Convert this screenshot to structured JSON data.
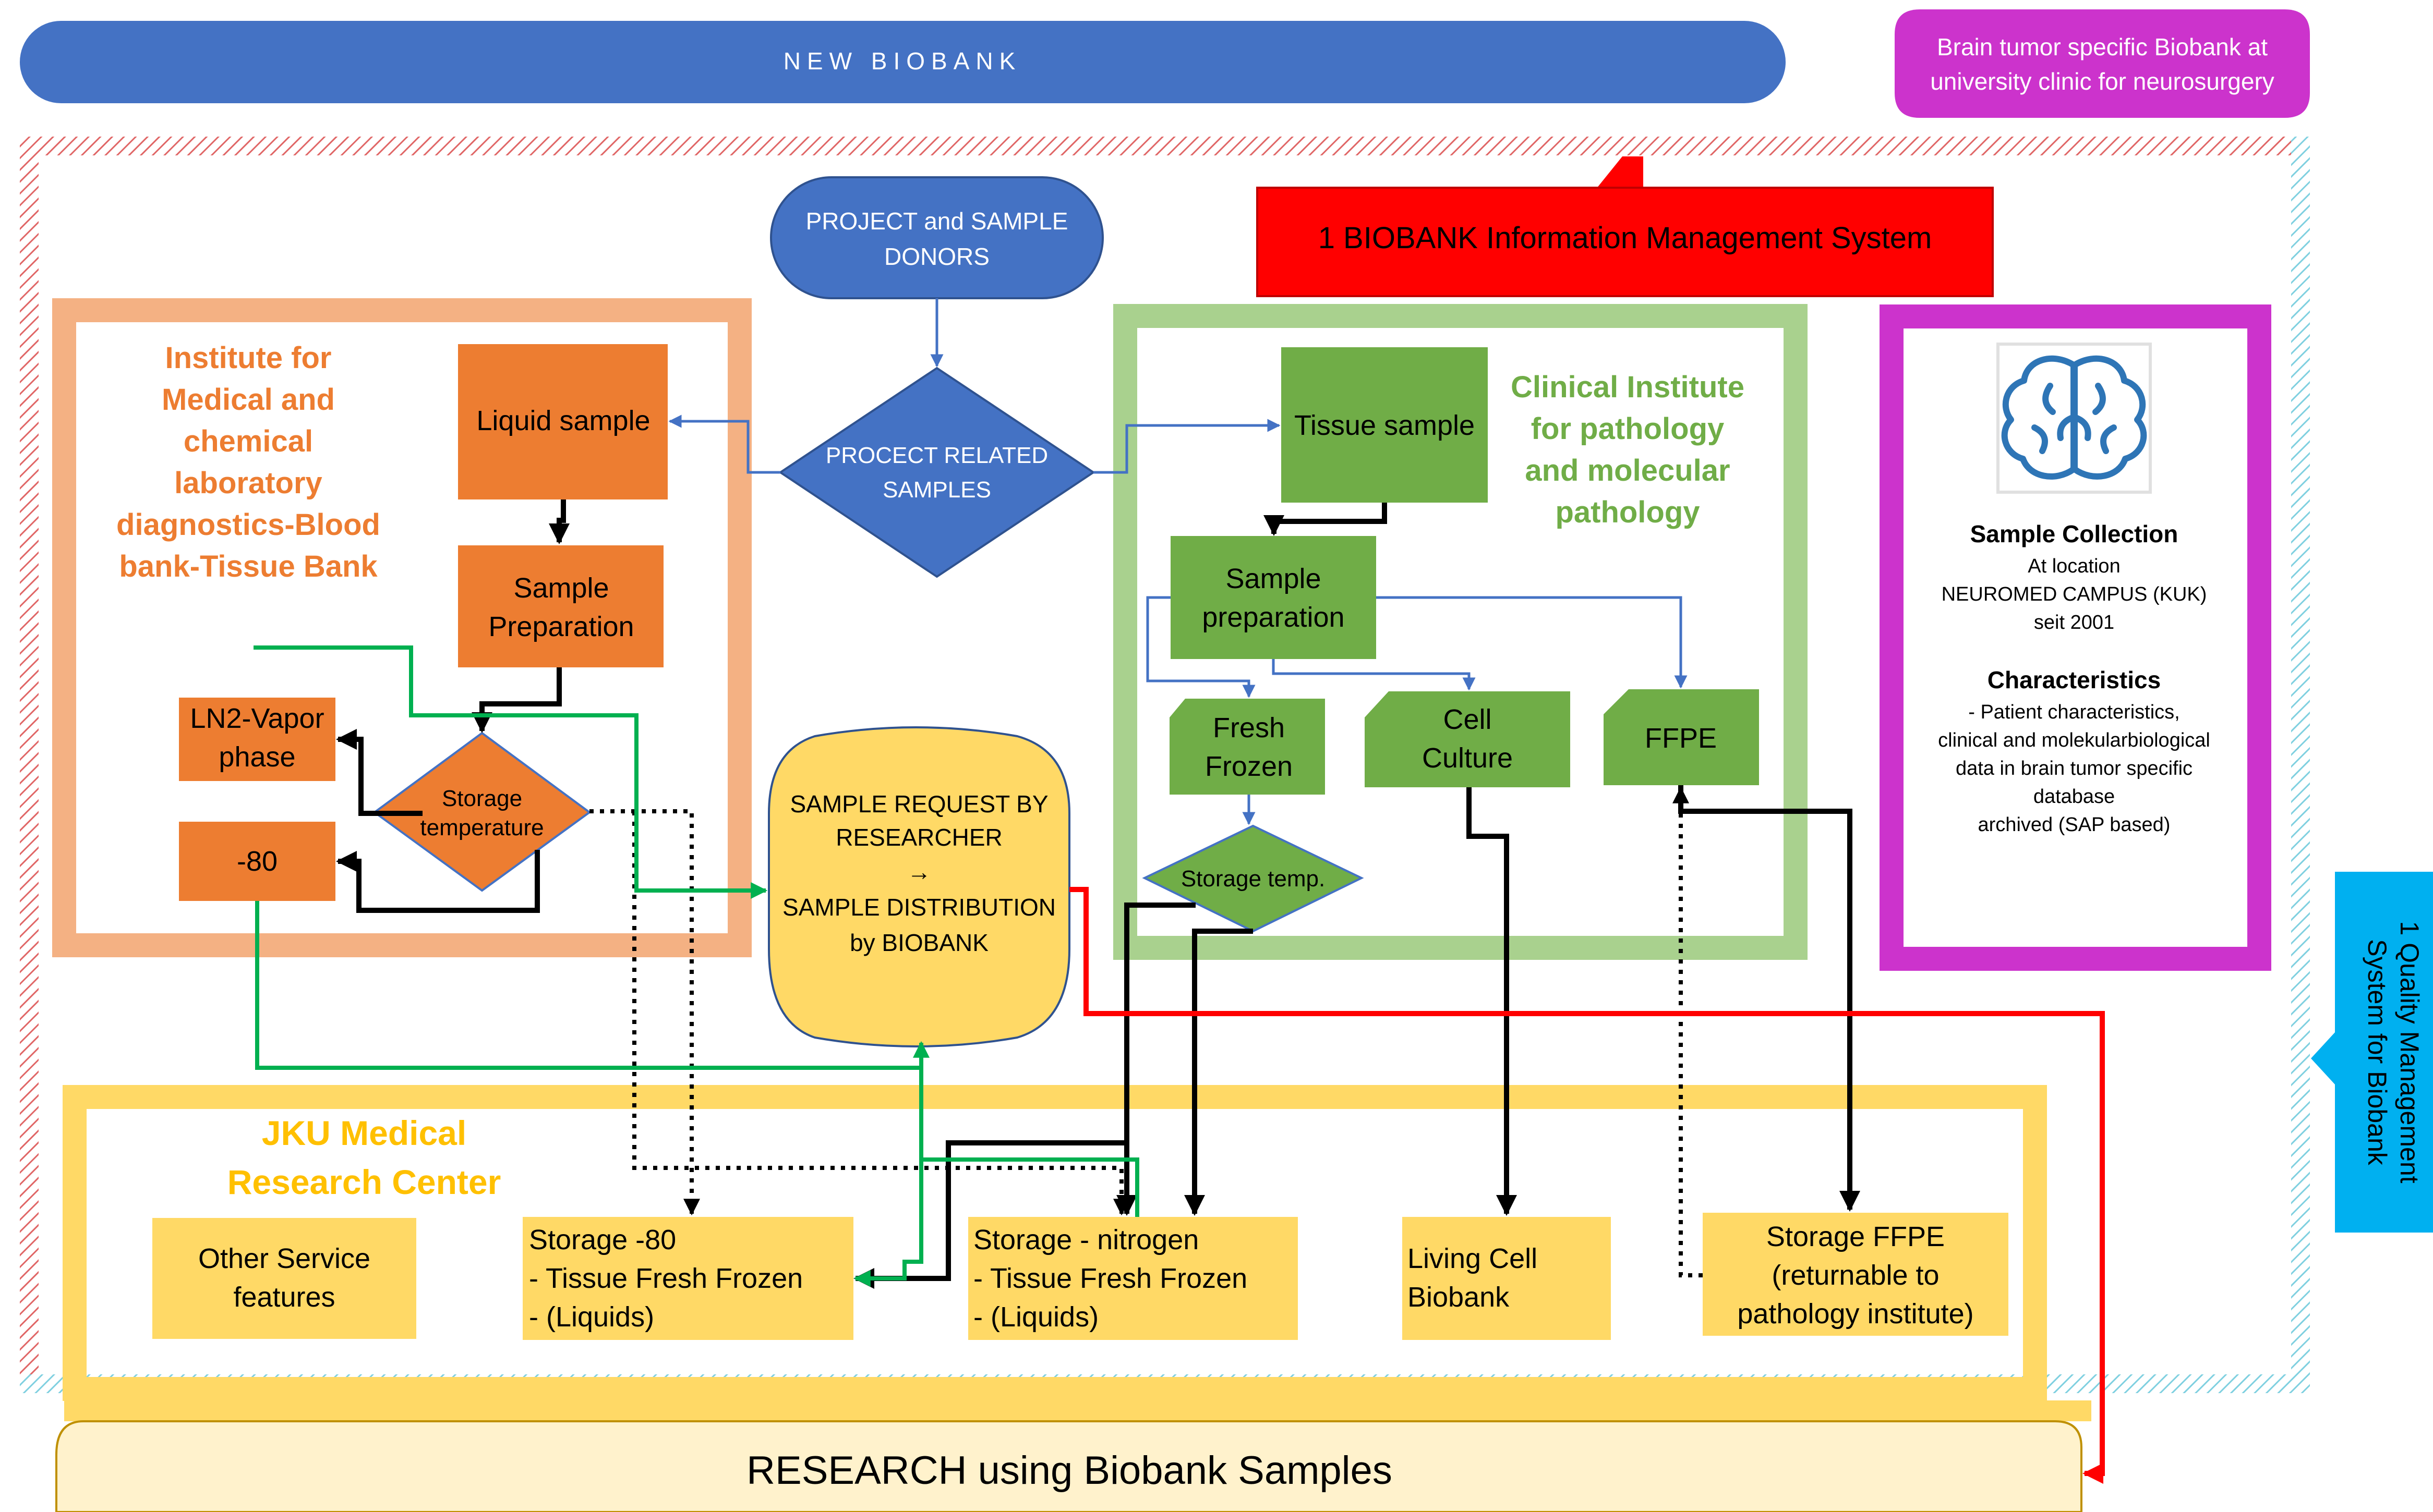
{
  "colors": {
    "blue": "#4472C4",
    "orange": "#ED7D31",
    "orange_light": "#F4B183",
    "green": "#70AD47",
    "green_light": "#A9D18E",
    "yellow": "#FFD966",
    "yellow_border": "#FFD966",
    "magenta": "#CC33CC",
    "red": "#FF0000",
    "cyan": "#00B0F0",
    "black": "#000000",
    "flow_green": "#00B050"
  },
  "icons": {
    "brain": "brain-icon"
  },
  "header": {
    "title": "NEW BIOBANK",
    "callout": [
      "Brain tumor specific Biobank at",
      "university clinic for neurosurgery"
    ]
  },
  "ims_label": "1 BIOBANK Information Management System",
  "qms_label": [
    "1 Quality Management",
    "System for Biobank"
  ],
  "donors": [
    "PROJECT and SAMPLE",
    "DONORS"
  ],
  "project_samples": [
    "PROCECT RELATED",
    "SAMPLES"
  ],
  "institute_medical": [
    "Institute for",
    "Medical and",
    "chemical",
    "laboratory",
    "diagnostics-Blood",
    "bank-Tissue Bank"
  ],
  "liquid_sample": "Liquid sample",
  "sample_preparation_left": [
    "Sample",
    "Preparation"
  ],
  "ln2_vapor": [
    "LN2-Vapor",
    "phase"
  ],
  "minus80": "-80",
  "storage_temperature": [
    "Storage",
    "temperature"
  ],
  "clinical_institute": [
    "Clinical Institute",
    "for pathology",
    "and molecular",
    "pathology"
  ],
  "tissue_sample": "Tissue sample",
  "sample_preparation_right": [
    "Sample",
    "preparation"
  ],
  "fresh_frozen": [
    "Fresh",
    "Frozen"
  ],
  "cell_culture": [
    "Cell",
    "Culture"
  ],
  "ffpe": "FFPE",
  "storage_temp_short": "Storage temp.",
  "sample_request": [
    "SAMPLE REQUEST BY",
    "RESEARCHER",
    "→",
    "SAMPLE DISTRIBUTION",
    "by BIOBANK"
  ],
  "jku": [
    "JKU Medical",
    "Research Center"
  ],
  "other_service": [
    "Other Service",
    "features"
  ],
  "storage_80": [
    "Storage -80",
    "- Tissue Fresh Frozen",
    "- (Liquids)"
  ],
  "storage_nitrogen": [
    "Storage - nitrogen",
    "- Tissue Fresh Frozen",
    "- (Liquids)"
  ],
  "living_cell": [
    "Living Cell",
    "Biobank"
  ],
  "storage_ffpe": [
    "Storage FFPE",
    "(returnable to",
    "pathology institute)"
  ],
  "collection": {
    "title": "Sample Collection",
    "lines": [
      "At location",
      "NEUROMED CAMPUS (KUK)",
      "seit 2001"
    ],
    "characteristics_title": "Characteristics",
    "characteristics": [
      "- Patient characteristics,",
      "clinical and  molekularbiological",
      "data in brain tumor specific",
      "database",
      "archived (SAP based)"
    ]
  },
  "research": "RESEARCH using Biobank Samples"
}
